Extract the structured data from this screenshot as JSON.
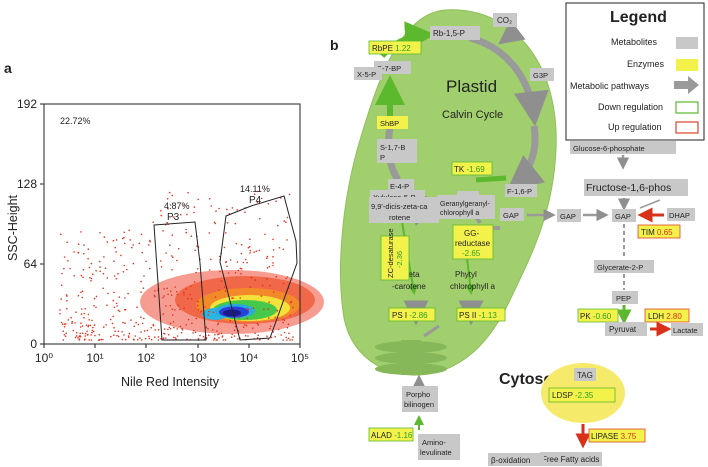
{
  "panel_a": {
    "label": "a",
    "x_axis_label": "Nile Red Intensity",
    "y_axis_label": "SSC-Height",
    "x_ticks": [
      "10⁰",
      "10¹",
      "10²",
      "10³",
      "10⁴",
      "10⁵"
    ],
    "y_ticks": [
      "0",
      "64",
      "128",
      "192"
    ],
    "total_pct": "22.72%",
    "gate_p3_pct": "4.87%",
    "gate_p3_name": "P3",
    "gate_p4_pct": "14.11%",
    "gate_p4_name": "P4"
  },
  "panel_b": {
    "label": "b",
    "plastid_title": "Plastid",
    "calvin_title": "Calvin Cycle",
    "cytosol_title": "Cytosol",
    "co2": "CO₂",
    "legend": {
      "title": "Legend",
      "metabolites": "Metabolites",
      "enzymes": "Enzymes",
      "pathways": "Metabolic pathways",
      "down": "Down regulation",
      "up": "Up regulation",
      "colors": {
        "metabolite": "#c8c8c8",
        "enzyme": "#f2f24a",
        "pathway": "#9a9a9a",
        "down": "#5cb82d",
        "up": "#e0432a"
      }
    },
    "metabolites": {
      "rb15p": "Rb-1,5-P",
      "s7bp": "S-7-BP",
      "x5p": "X-5-P",
      "g3p": "G3P",
      "s17bp_1": "S-1,7-B",
      "s17bp_2": "P",
      "e4p": "E-4-P",
      "xylulose5p": "Xylulose-5-P",
      "f16p": "F-1,6-P",
      "gap_plastid": "GAP",
      "gap_edge": "GAP",
      "gap_out": "GAP",
      "gap_cyt": "GAP",
      "dicis_1": "9,9'-dicis-zeta-ca",
      "dicis_2": "rotene",
      "ggchl_1": "Geranylgeranyl-",
      "ggchl_2": "chlorophyll a",
      "bcar_1": "beta",
      "bcar_2": "-carotene",
      "phytyl_1": "Phytyl",
      "phytyl_2": "chlorophyll a",
      "porpho_1": "Porpho",
      "porpho_2": "bilinogen",
      "amino_1": "Amino-",
      "amino_2": "levulinate",
      "g6p": "Glucose-6-phosphate",
      "fructose": "Fructose-1,6-phos",
      "dhap": "DHAP",
      "glycerate": "Glycerate-2-P",
      "pep": "PEP",
      "pyruvat": "Pyruvat",
      "lactate": "Lactate",
      "tag": "TAG",
      "ffa": "Free Fatty acids",
      "beta_ox": "β-oxidation"
    },
    "enzymes": {
      "rbpe": {
        "name": "RbPE",
        "value": "1.22"
      },
      "shbp": {
        "name": "ShBP",
        "value": ""
      },
      "tk": {
        "name": "TK",
        "value": "-1.69"
      },
      "zc_1": {
        "name": "ZC-",
        "value": ""
      },
      "zc_2": {
        "name": "desaturase",
        "value": "-2.36"
      },
      "gg_1": {
        "name": "GG-",
        "value": ""
      },
      "gg_2": {
        "name": "reductase",
        "value": "-2.65"
      },
      "ps1": {
        "name": "PS I",
        "value": "-2.86"
      },
      "ps2": {
        "name": "PS II",
        "value": "-1.13"
      },
      "alad": {
        "name": "ALAD",
        "value": "-1.16"
      },
      "tim": {
        "name": "TIM",
        "value": "0.65"
      },
      "pk": {
        "name": "PK",
        "value": "-0.60"
      },
      "ldh": {
        "name": "LDH",
        "value": "2.80"
      },
      "ldsp": {
        "name": "LDSP",
        "value": "-2.35"
      },
      "lipase": {
        "name": "LIPASE",
        "value": "3.75"
      }
    }
  }
}
